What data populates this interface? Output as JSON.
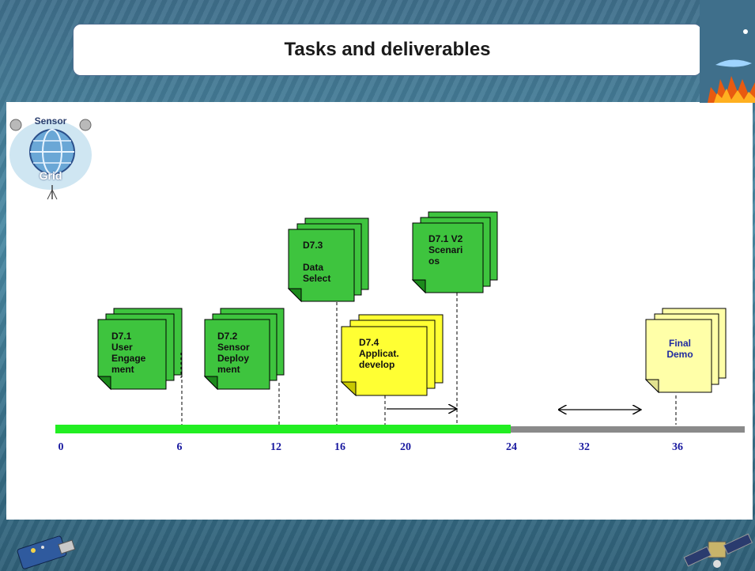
{
  "slide": {
    "title": "Tasks and deliverables",
    "logo_top": "Sensor",
    "logo_bottom": "Grid"
  },
  "colors": {
    "green_card": "#3ec43e",
    "yellow_card": "#ffff33",
    "pale_card": "#ffffa8",
    "green_bar": "#22ee22",
    "grey_bar": "#8a8a8a",
    "tick_text": "#1a1aa0"
  },
  "timeline": {
    "ticks": [
      "0",
      "6",
      "12",
      "16",
      "20",
      "24",
      "32",
      "36"
    ]
  },
  "deliverables": [
    {
      "id": "d71",
      "label": "D7.1\nUser\nEngage\nment",
      "style": "green"
    },
    {
      "id": "d72",
      "label": "D7.2\nSensor\nDeploy\nment",
      "style": "green"
    },
    {
      "id": "d73",
      "label": "D7.3\n\nData\nSelect",
      "style": "green"
    },
    {
      "id": "d71v2",
      "label": "D7.1 V2\nScenari\nos",
      "style": "green"
    },
    {
      "id": "d74",
      "label": "D7.4\nApplicat.\ndevelop",
      "style": "yellow"
    },
    {
      "id": "final",
      "label": "Final\nDemo",
      "style": "pale"
    }
  ]
}
